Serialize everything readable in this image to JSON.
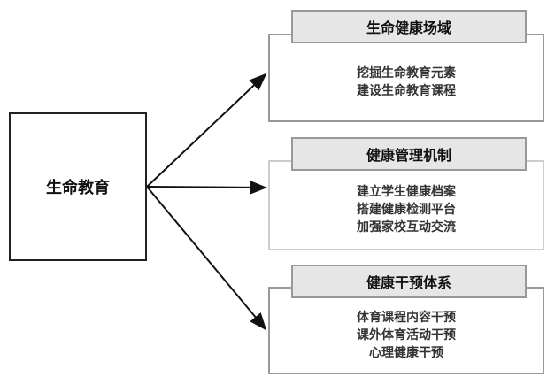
{
  "center": "生命教育",
  "branches": [
    {
      "title": "生命健康场域",
      "items": [
        "挖掘生命教育元素",
        "建设生命教育课程"
      ]
    },
    {
      "title": "健康管理机制",
      "items": [
        "建立学生健康档案",
        "搭建健康检测平台",
        "加强家校互动交流"
      ]
    },
    {
      "title": "健康干预体系",
      "items": [
        "体育课程内容干预",
        "课外体育活动干预",
        "心理健康干预"
      ]
    }
  ]
}
